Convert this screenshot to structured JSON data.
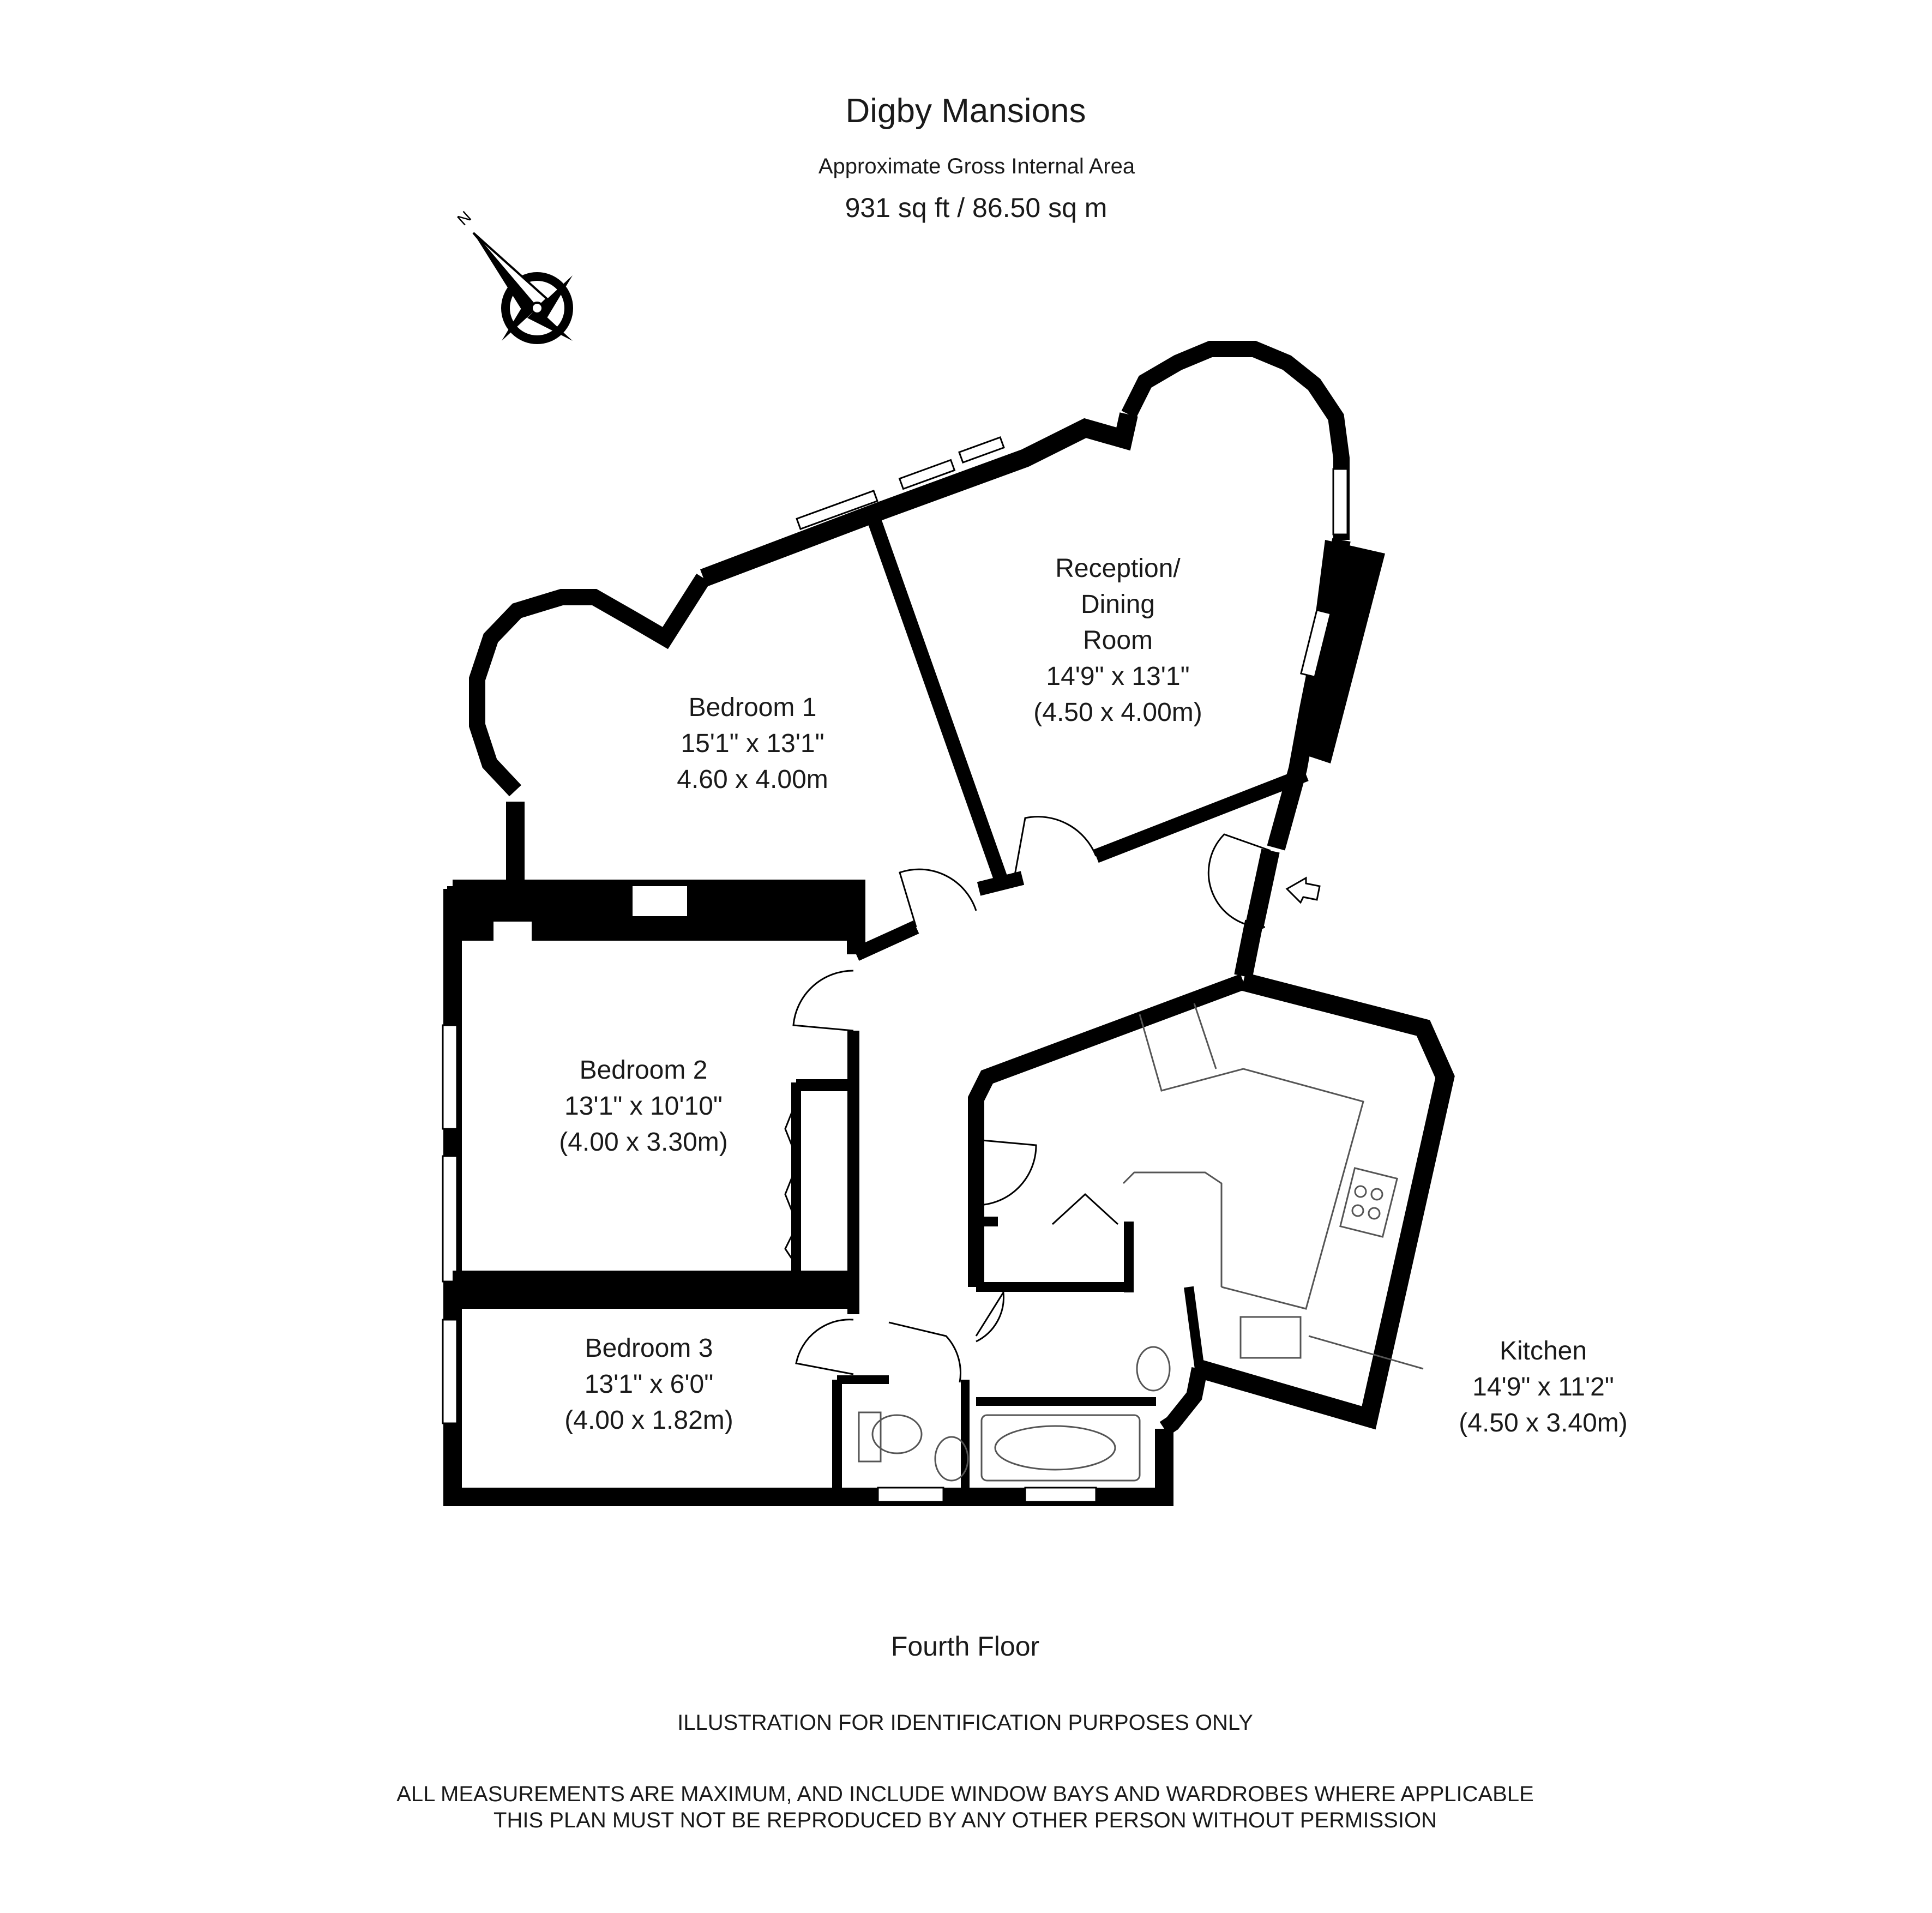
{
  "header": {
    "title": "Digby Mansions",
    "subtitle": "Approximate Gross Internal Area",
    "area": "931 sq ft  /  86.50 sq m"
  },
  "compass": {
    "icon": "compass-rose-icon",
    "letter": "N"
  },
  "rooms": {
    "bedroom1": {
      "name": "Bedroom 1",
      "imperial": "15'1\" x 13'1\"",
      "metric": "4.60 x 4.00m"
    },
    "reception": {
      "name_line1": "Reception/",
      "name_line2": "Dining",
      "name_line3": "Room",
      "imperial": "14'9\" x 13'1\"",
      "metric": "(4.50 x 4.00m)"
    },
    "bedroom2": {
      "name": "Bedroom 2",
      "imperial": "13'1\" x 10'10\"",
      "metric": "(4.00 x 3.30m)"
    },
    "bedroom3": {
      "name": "Bedroom 3",
      "imperial": "13'1\" x 6'0\"",
      "metric": "(4.00 x 1.82m)"
    },
    "kitchen": {
      "name": "Kitchen",
      "imperial": "14'9\" x 11'2\"",
      "metric": "(4.50 x 3.40m)"
    }
  },
  "footer": {
    "floor": "Fourth Floor",
    "note1": "ILLUSTRATION FOR IDENTIFICATION PURPOSES ONLY",
    "note2": "ALL MEASUREMENTS ARE MAXIMUM, AND INCLUDE WINDOW BAYS AND WARDROBES WHERE APPLICABLE",
    "note3": "THIS PLAN MUST NOT BE REPRODUCED BY ANY OTHER PERSON WITHOUT PERMISSION"
  },
  "colors": {
    "wall": "#000000",
    "fixture": "#555555",
    "background": "#ffffff"
  }
}
